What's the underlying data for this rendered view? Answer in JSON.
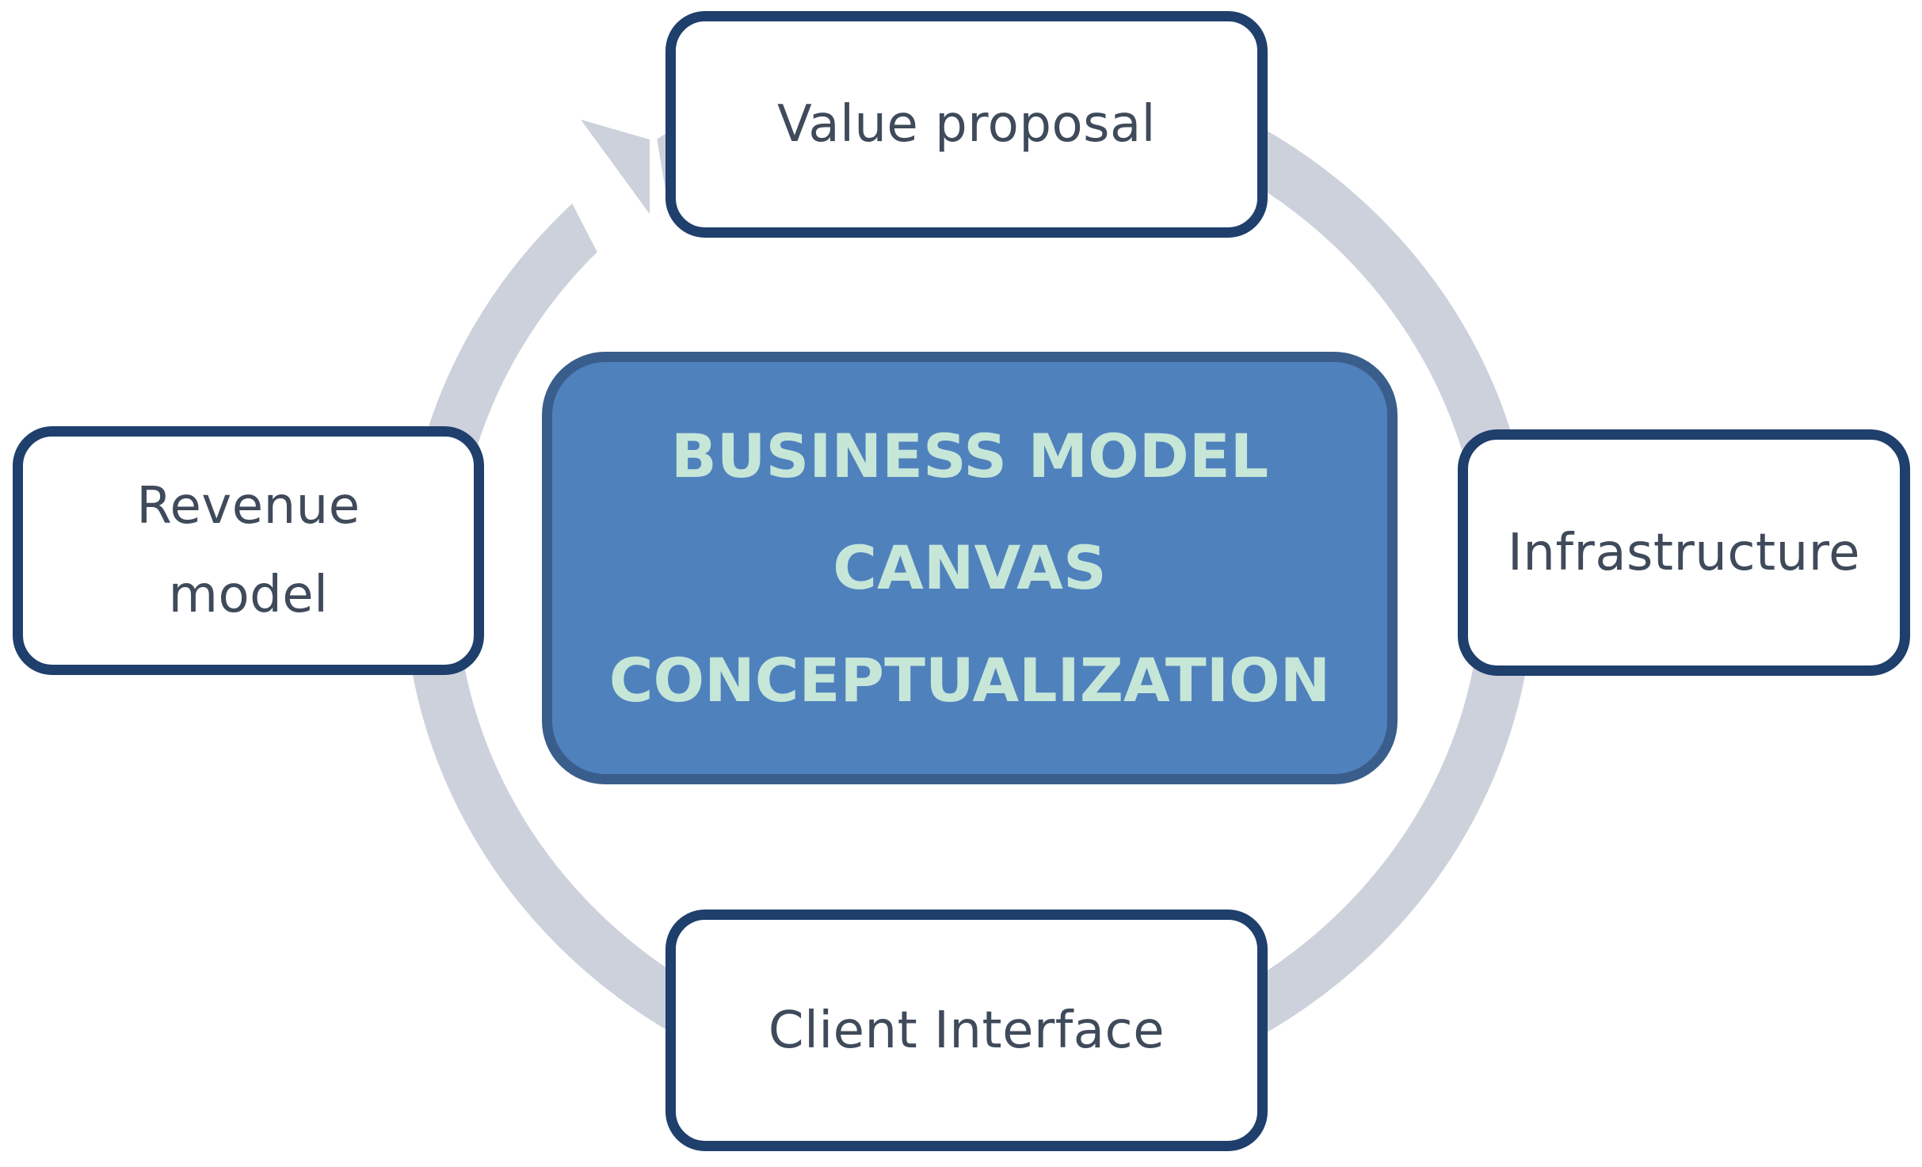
{
  "nodes": {
    "value_proposal": "Value proposal",
    "infrastructure": "Infrastructure",
    "client_interface": "Client Interface",
    "revenue_model": [
      "Revenue",
      "model"
    ]
  },
  "center": {
    "lines": [
      "BUSINESS MODEL",
      "CANVAS",
      "CONCEPTUALIZATION"
    ]
  },
  "colors": {
    "node_border": "#1f3f6c",
    "node_text": "#3f4a5a",
    "center_fill": "#4f81bd",
    "center_border": "#3a5e8c",
    "center_text": "#c6e6d8",
    "cycle_arrow": "#cdd1dc"
  },
  "flow_direction": "clockwise"
}
